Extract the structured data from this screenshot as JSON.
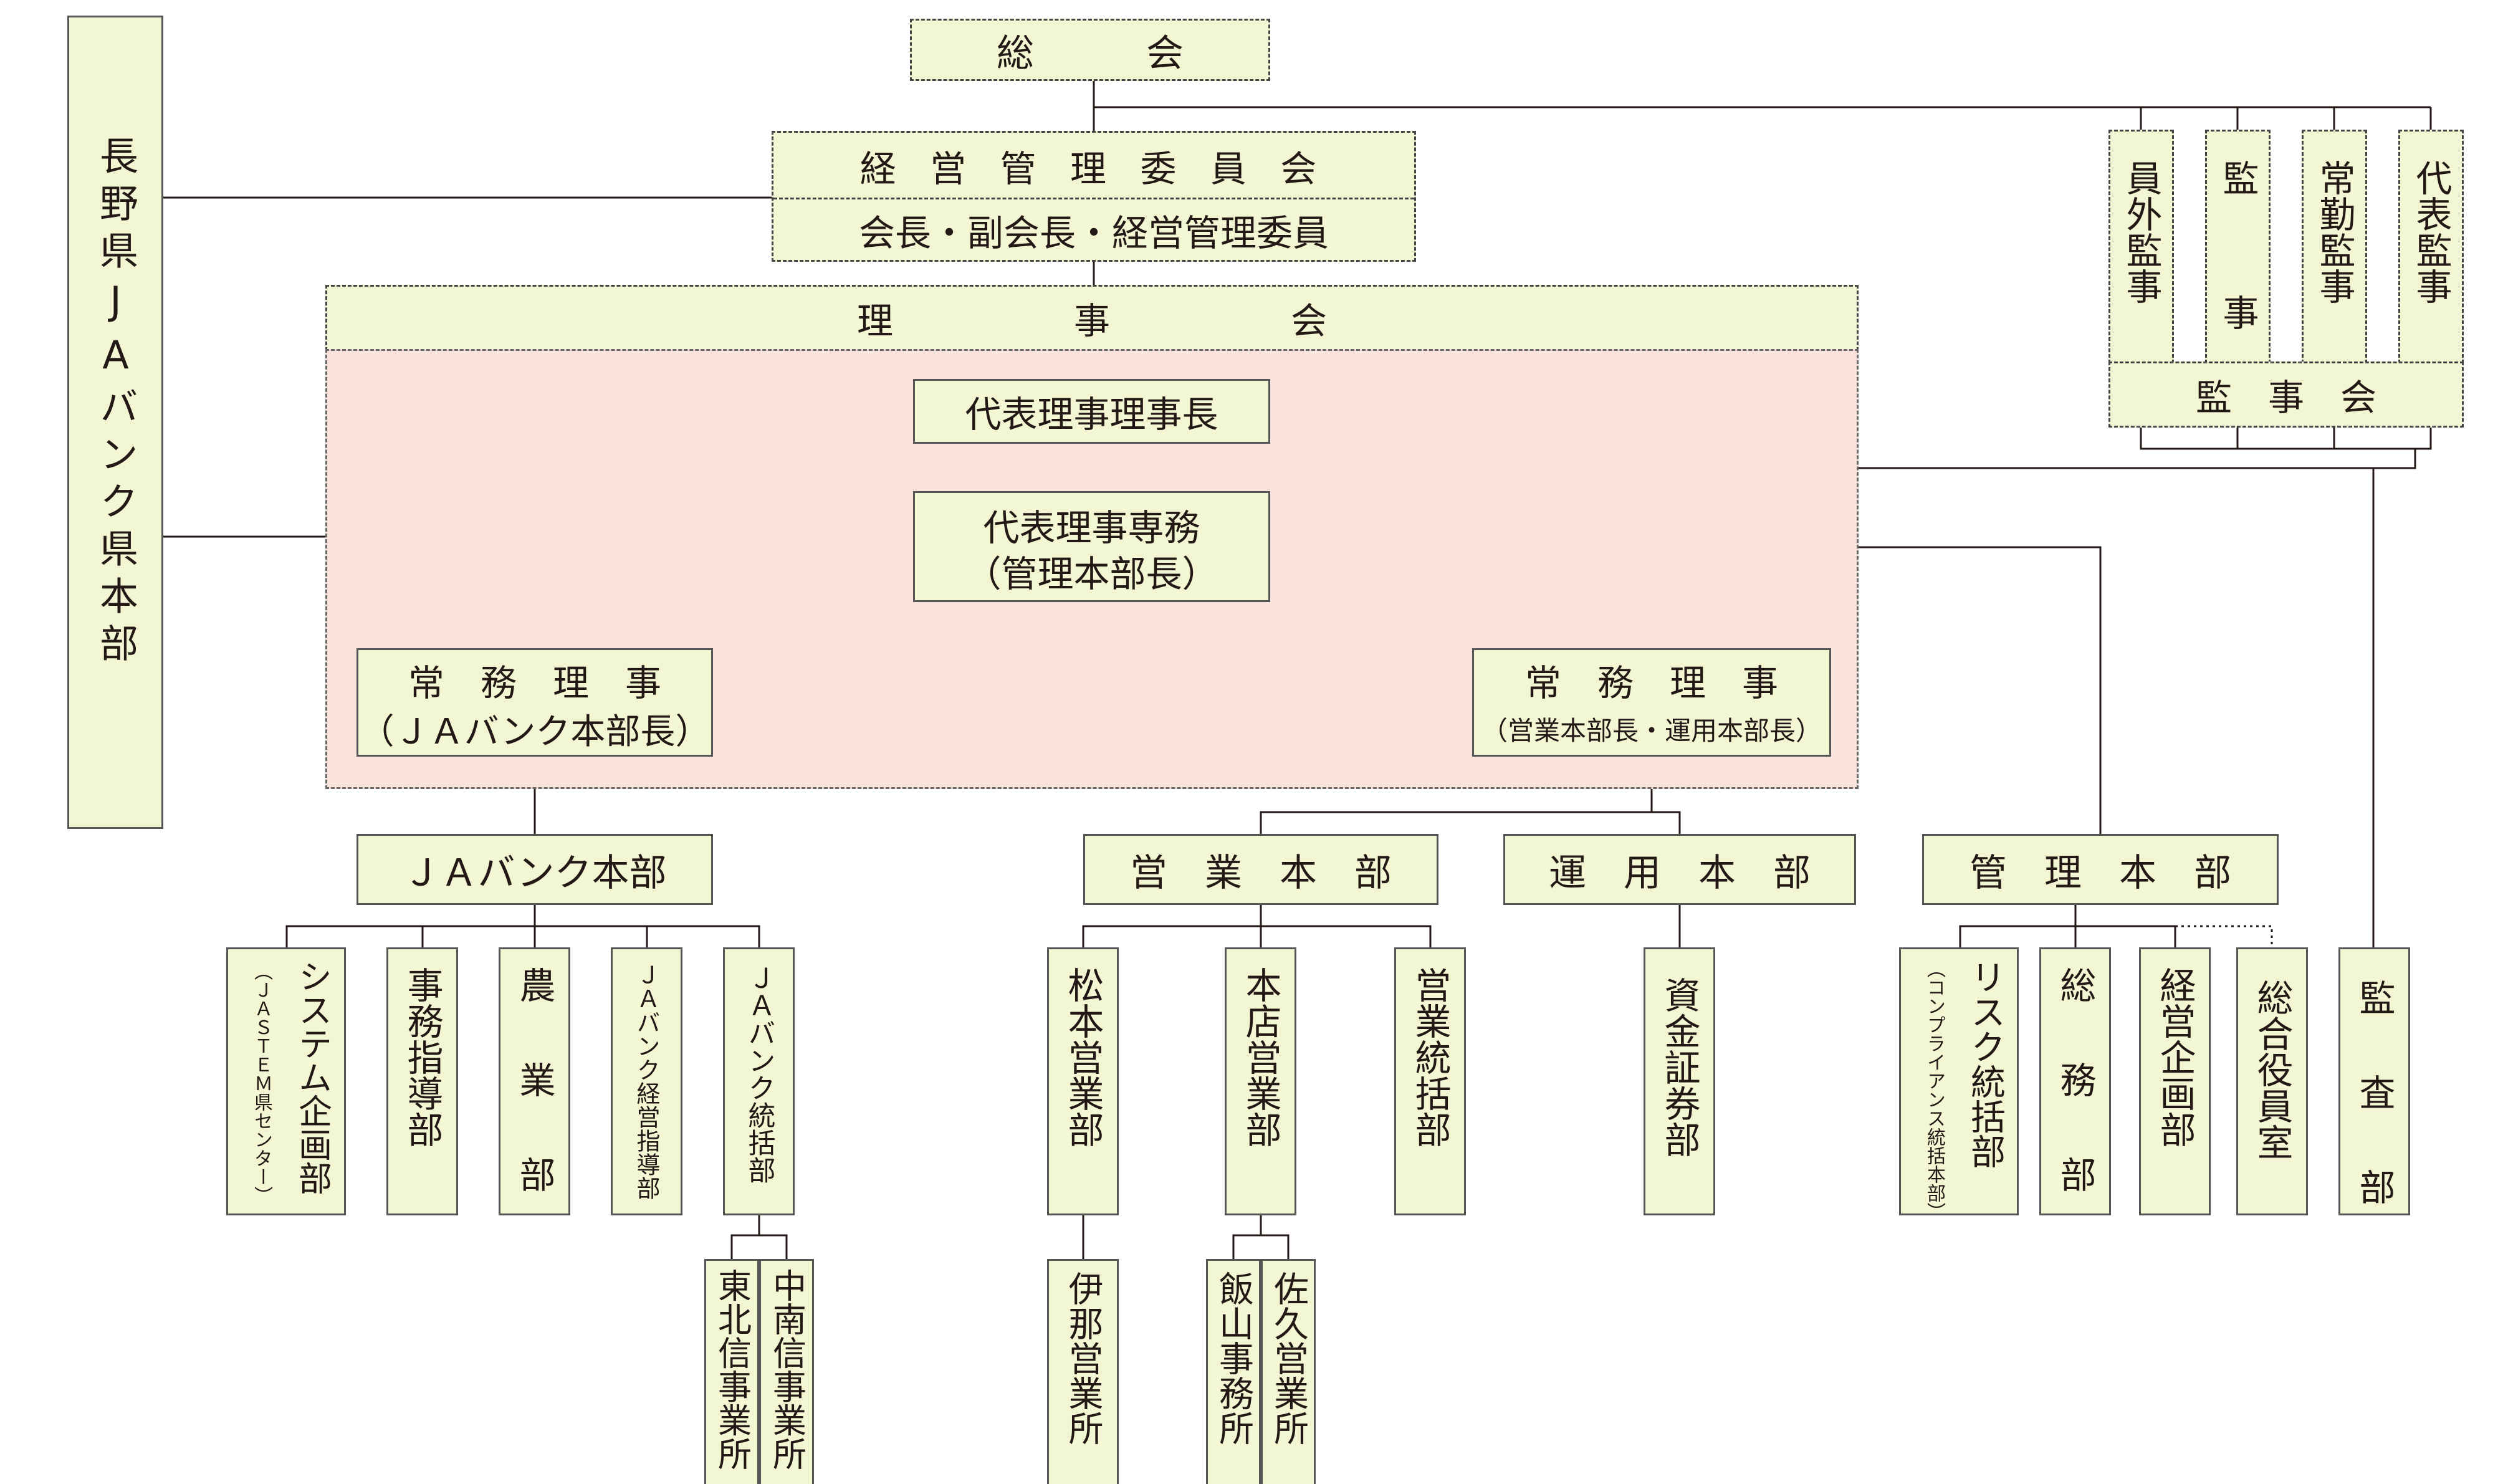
{
  "colors": {
    "box_fill": "#f2f6d2",
    "region_fill": "#fae3db",
    "line": "#231815"
  },
  "left_panel": "長野県JAバンク県本部",
  "general_meeting": "総　　　会",
  "mgmt_committee": {
    "title": "経 営 管 理 委 員 会",
    "members": "会長・副会長・経営管理委員"
  },
  "board": "理　　　　　事　　　　　会",
  "auditors": [
    {
      "id": "external",
      "label": "員外監事"
    },
    {
      "id": "auditor",
      "label": "監　事"
    },
    {
      "id": "fulltime",
      "label": "常勤監事"
    },
    {
      "id": "representative",
      "label": "代表監事"
    }
  ],
  "audit_board": "監　事　会",
  "president": "代表理事理事長",
  "senior_director": {
    "title": "代表理事専務",
    "sub": "（管理本部長）"
  },
  "exec_director_left": {
    "title": "常　務　理　事",
    "sub": "（ＪＡバンク本部長）"
  },
  "exec_director_right": {
    "title": "常　務　理　事",
    "sub": "（営業本部長・運用本部長）"
  },
  "hq": {
    "ja_bank": "ＪＡバンク本部",
    "business": "営　業　本　部",
    "operations": "運　用　本　部",
    "management": "管　理　本　部"
  },
  "depts": {
    "system": {
      "title": "システム企画部",
      "sub": "（ＪＡＳＴＥＭ県センター）"
    },
    "guidance": "事務指導部",
    "agriculture": "農　業　部",
    "jabank_mgmt": "ＪＡバンク経営指導部",
    "jabank_control": "ＪＡバンク統括部",
    "matsumoto": "松本営業部",
    "main_branch": "本店営業部",
    "sales_control": "営業統括部",
    "securities": "資金証券部",
    "risk": {
      "title": "リスク統括部",
      "sub": "（コンプライアンス統括本部）"
    },
    "general_affairs": "総　務　部",
    "planning": "経営企画部",
    "secretariat": "総合役員室",
    "audit": "監　査　部"
  },
  "offices": {
    "tohokushin": "東北信事業所",
    "chunanshin": "中南信事業所",
    "ina": "伊那営業所",
    "iiyama": "飯山事務所",
    "saku": "佐久営業所"
  }
}
